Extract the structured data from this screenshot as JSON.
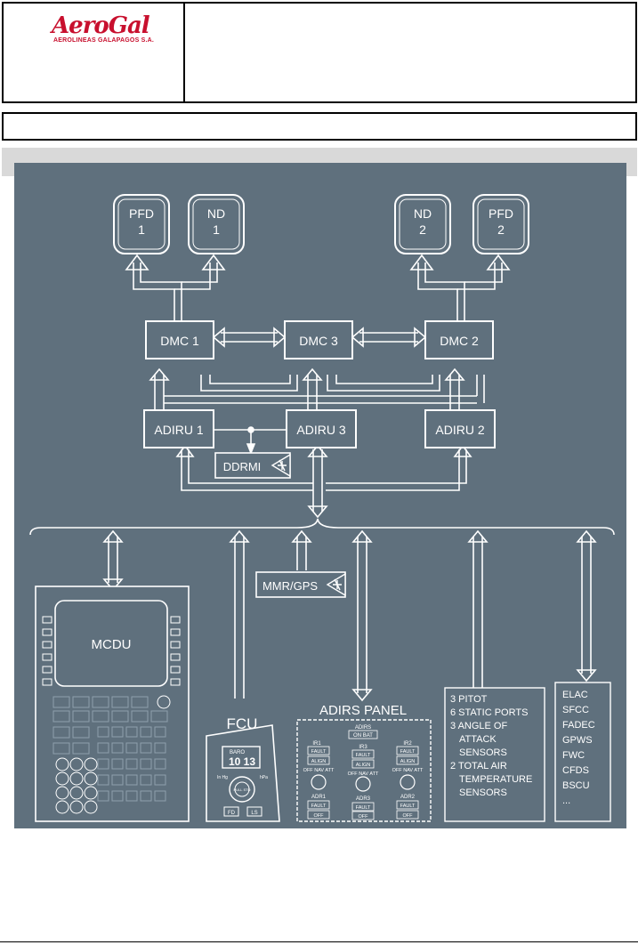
{
  "logo": {
    "name": "AeroGal",
    "subtitle": "AEROLINEAS GALAPAGOS S.A."
  },
  "colors": {
    "background": "#5f707d",
    "line": "#ffffff",
    "logo_red": "#c8102e",
    "header_band": "#d9d9d9"
  },
  "displays": {
    "pfd1": [
      "PFD",
      "1"
    ],
    "nd1": [
      "ND",
      "1"
    ],
    "nd2": [
      "ND",
      "2"
    ],
    "pfd2": [
      "PFD",
      "2"
    ]
  },
  "dmc": {
    "dmc1": "DMC 1",
    "dmc3": "DMC 3",
    "dmc2": "DMC 2"
  },
  "adiru": {
    "adiru1": "ADIRU 1",
    "adiru3": "ADIRU 3",
    "adiru2": "ADIRU 2"
  },
  "ddrmi": "DDRMI",
  "mmr_gps": "MMR/GPS",
  "mcdu": "MCDU",
  "fcu": {
    "title": "FCU",
    "baro_label": "BARO",
    "baro_value": "10 13",
    "in_hg": "In Hg",
    "hpa": "hPa",
    "pull_std": "PULL STD",
    "fd": "FD",
    "ls": "LS"
  },
  "adirs_panel": {
    "title": "ADIRS PANEL",
    "on_bat": "ON BAT",
    "adirs_label": "ADIRS",
    "ir_labels": [
      "IR1",
      "IR3",
      "IR2"
    ],
    "fault": "FAULT",
    "align": "ALIGN",
    "off_nav_att": "OFF NAV ATT",
    "adr_labels": [
      "ADR1",
      "ADR3",
      "ADR2"
    ],
    "off": "OFF"
  },
  "sensors": [
    "3 PITOT",
    "6 STATIC PORTS",
    "3 ANGLE OF",
    "ATTACK",
    "SENSORS",
    "2 TOTAL AIR",
    "TEMPERATURE",
    "SENSORS"
  ],
  "systems": [
    "ELAC",
    "SFCC",
    "FADEC",
    "GPWS",
    "FWC",
    "CFDS",
    "BSCU",
    "..."
  ]
}
